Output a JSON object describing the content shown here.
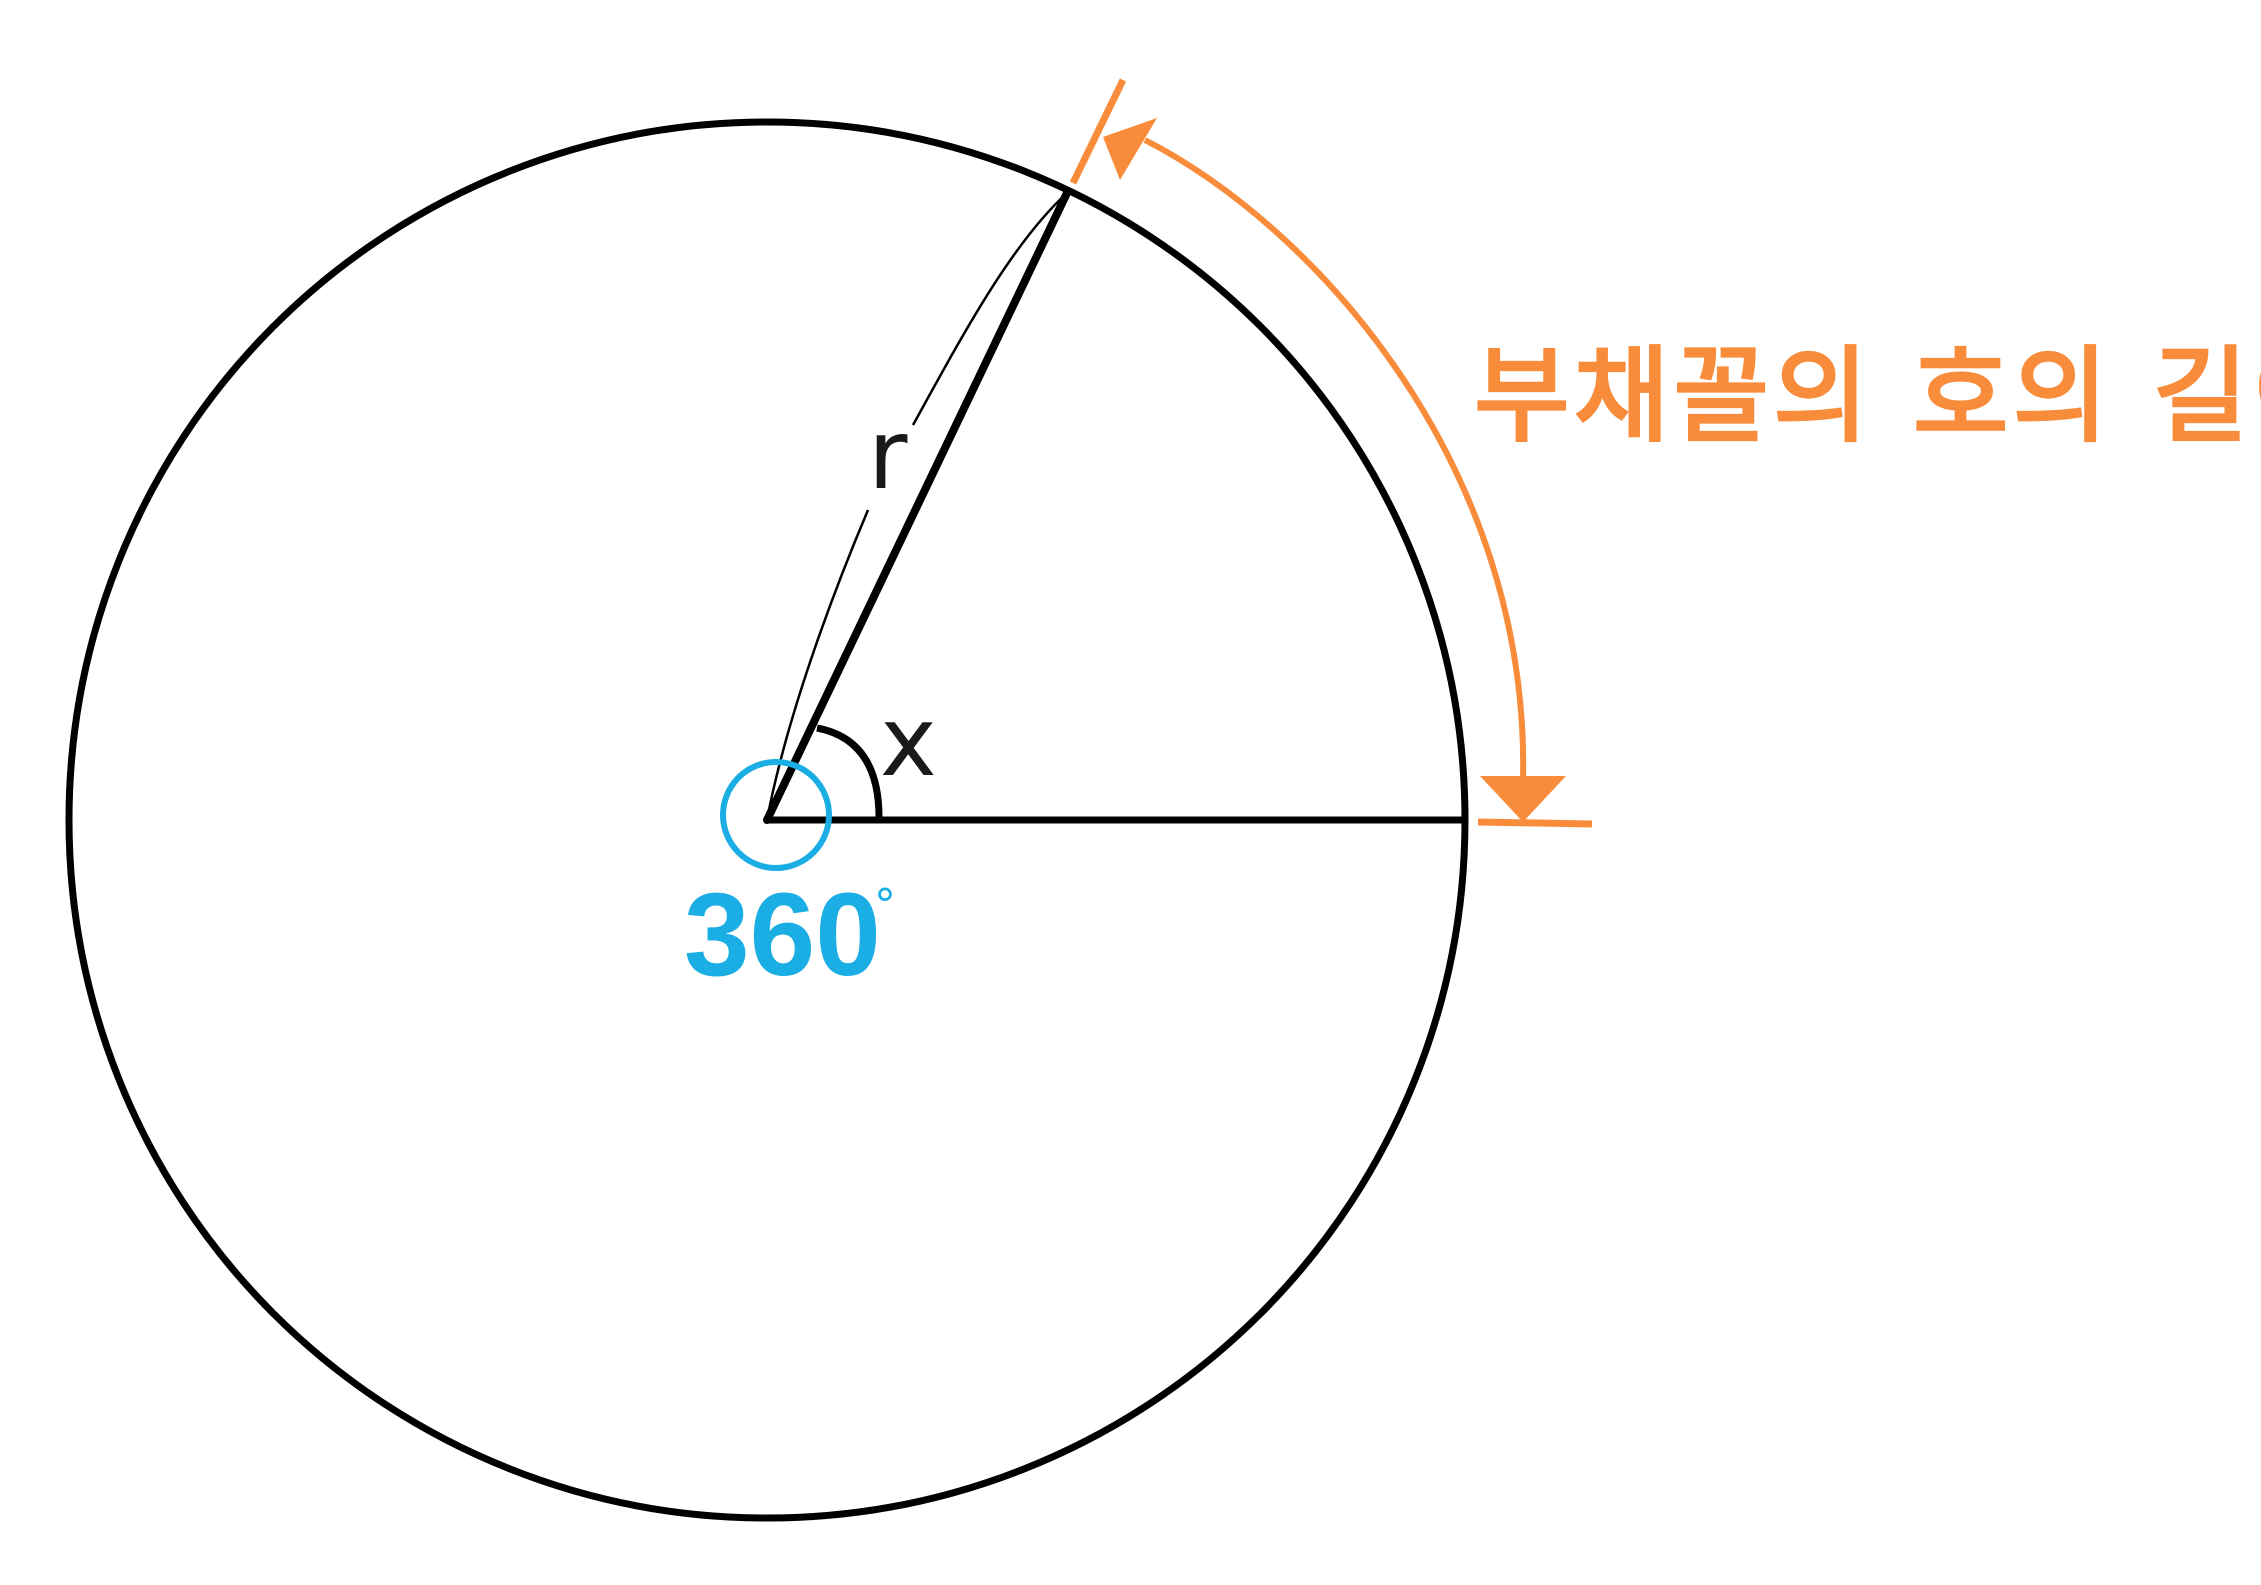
{
  "labels": {
    "radius": "r",
    "central_angle": "x",
    "full_angle": "360",
    "degree_symbol": "°",
    "arc_length": "부채꼴의 호의 길이"
  },
  "colors": {
    "outline": "#000000",
    "label_text": "#1a1a1a",
    "full_angle_marker": "#1aaee5",
    "arc_annotation": "#f98c3a",
    "background": "#ffffff"
  }
}
